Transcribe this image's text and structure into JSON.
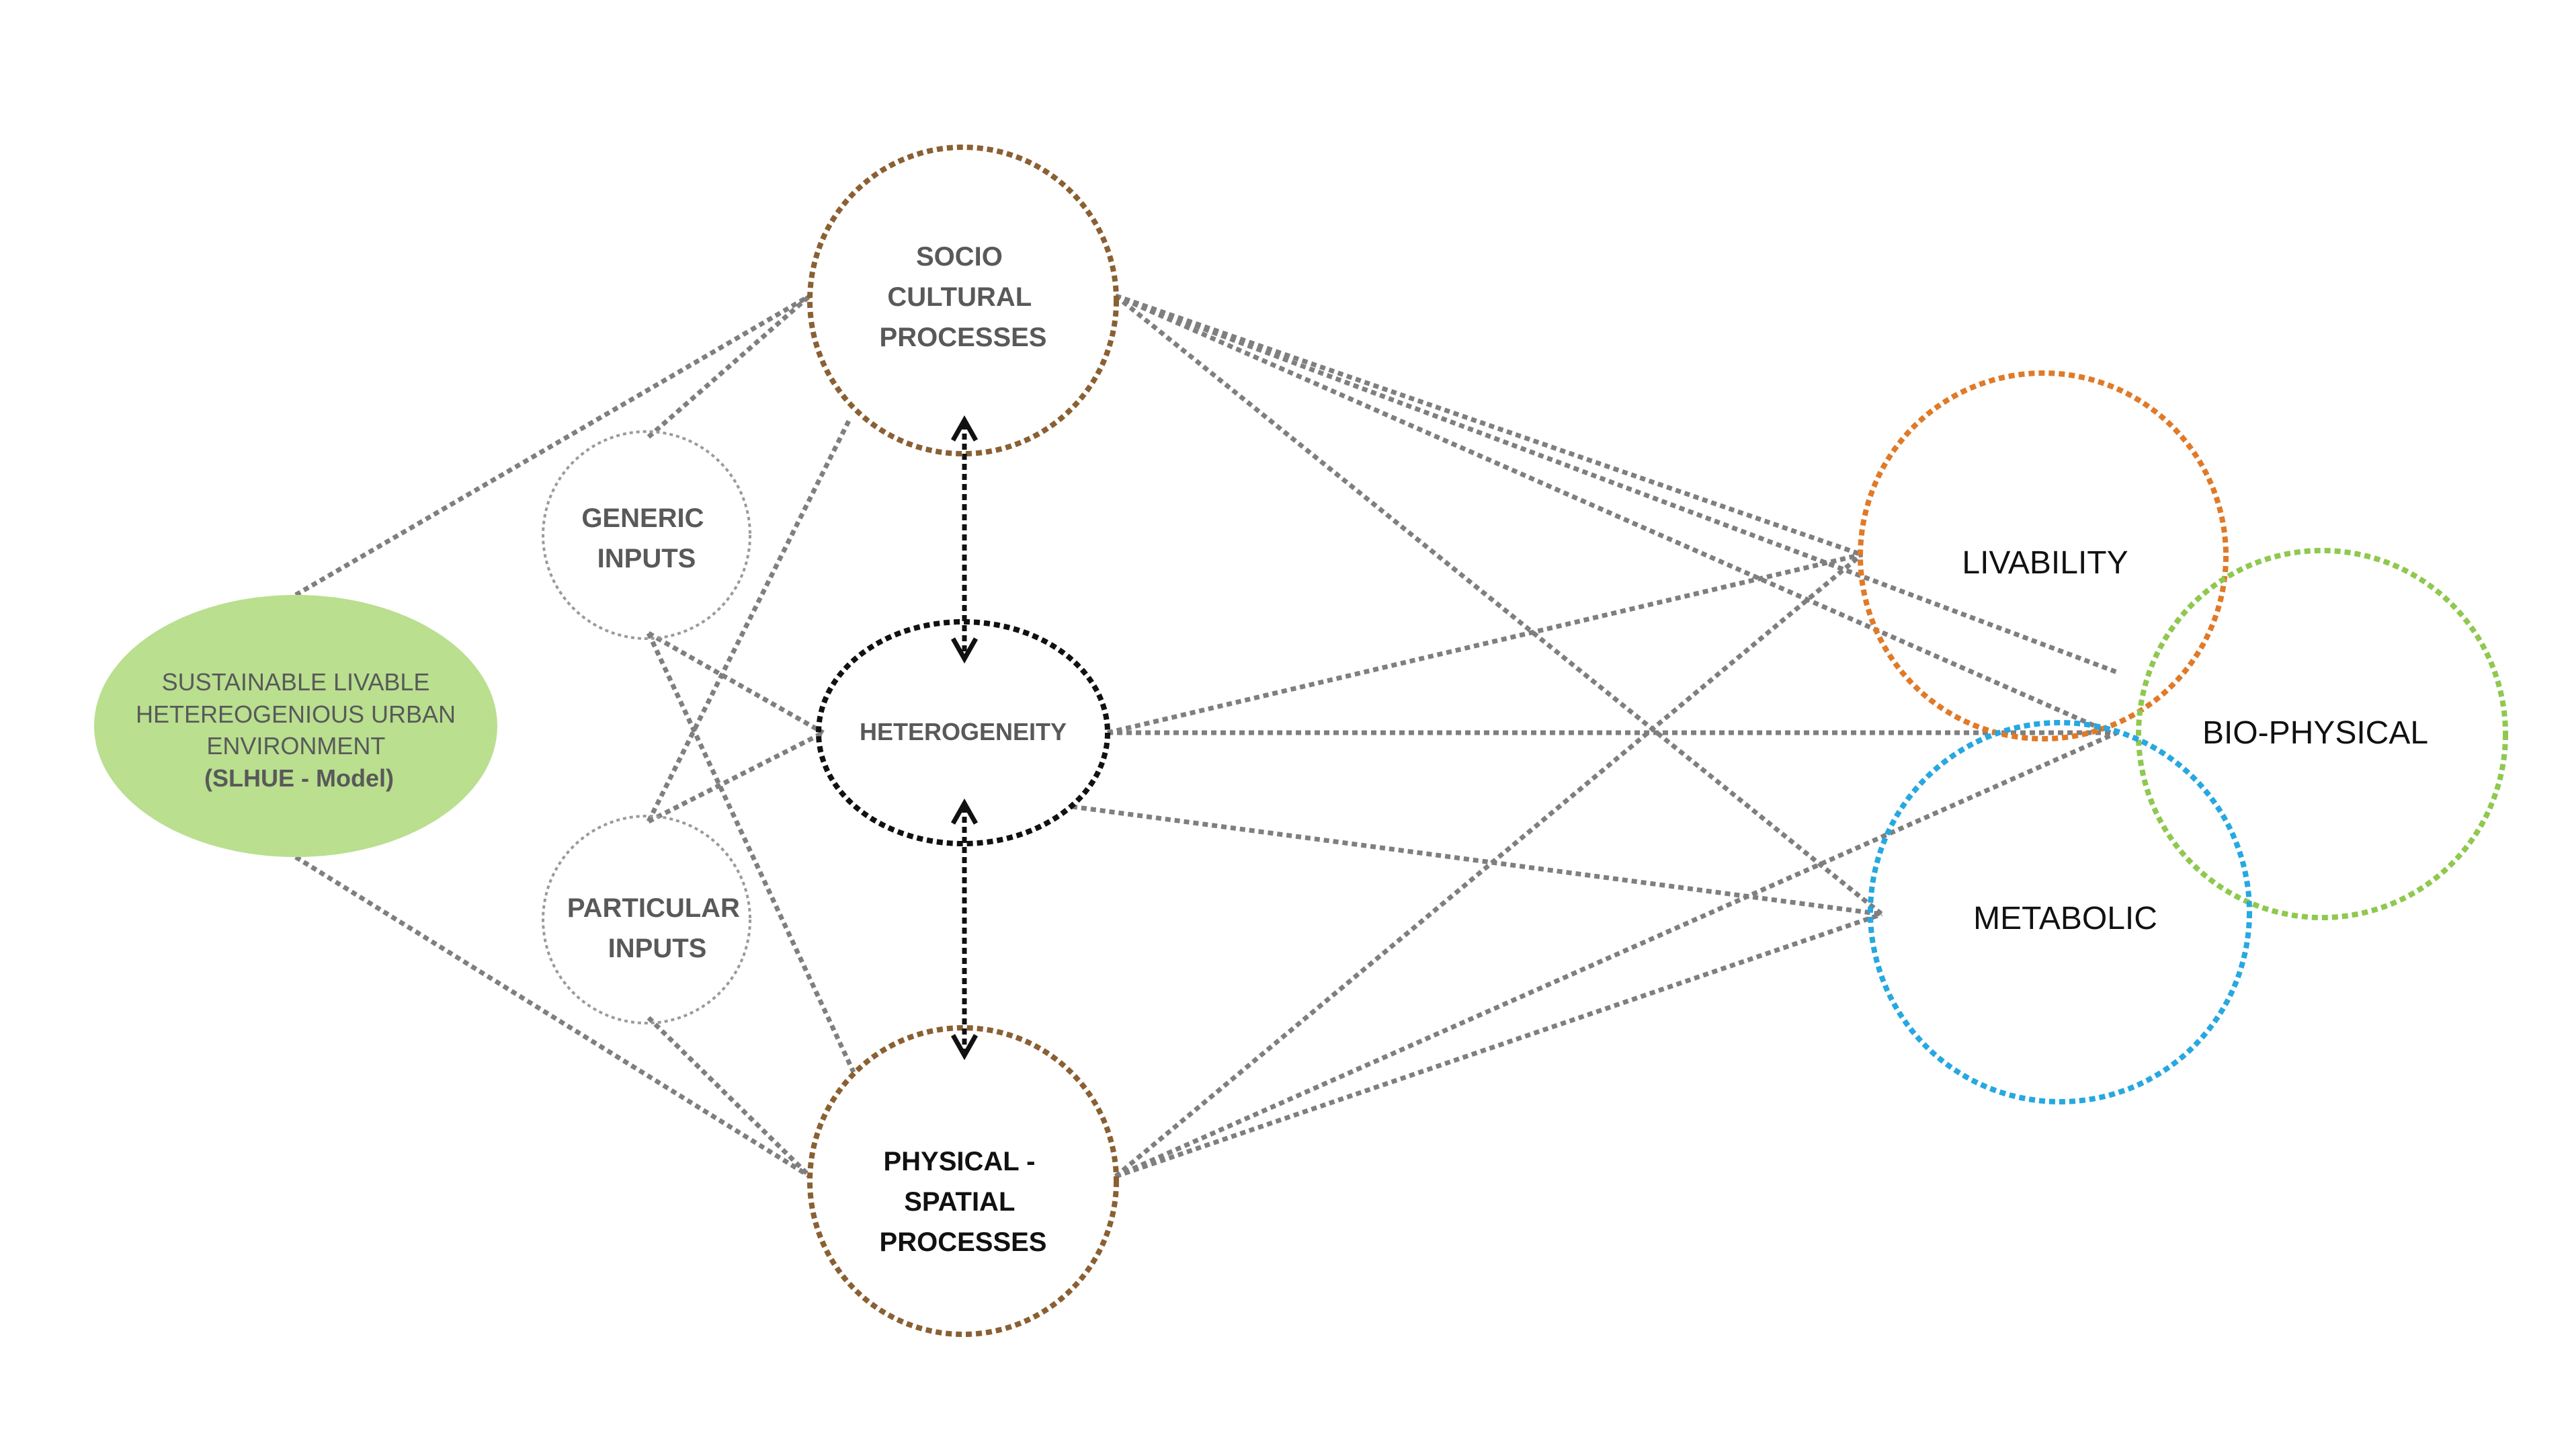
{
  "colors": {
    "connector": "#7f7f7f",
    "brown": "#8a6033",
    "black": "#111111",
    "orange": "#e07a28",
    "green": "#8fc84f",
    "blue": "#26a8e0",
    "grey": "#9a9a9a",
    "model_fill": "#b9df8f",
    "text_grey": "#595959",
    "text_dark": "#111111"
  },
  "nodes": {
    "model": {
      "lines": [
        "SUSTAINABLE  LIVABLE",
        "HETEREOGENIOUS URBAN",
        "ENVIRONMENT",
        "(SLHUE - Model)"
      ]
    },
    "socio": {
      "lines": [
        "SOCIO",
        "CULTURAL",
        "PROCESSES"
      ]
    },
    "generic": {
      "lines": [
        "GENERIC",
        "INPUTS"
      ]
    },
    "particular": {
      "lines": [
        "PARTICULAR",
        "INPUTS"
      ]
    },
    "heterogeneity": {
      "lines": [
        "HETEROGENEITY"
      ]
    },
    "physical": {
      "lines": [
        "PHYSICAL -",
        "SPATIAL",
        "PROCESSES"
      ]
    },
    "livability": {
      "lines": [
        "LIVABILITY"
      ]
    },
    "biophysical": {
      "lines": [
        "BIO-PHYSICAL"
      ]
    },
    "metabolic": {
      "lines": [
        "METABOLIC"
      ]
    }
  }
}
